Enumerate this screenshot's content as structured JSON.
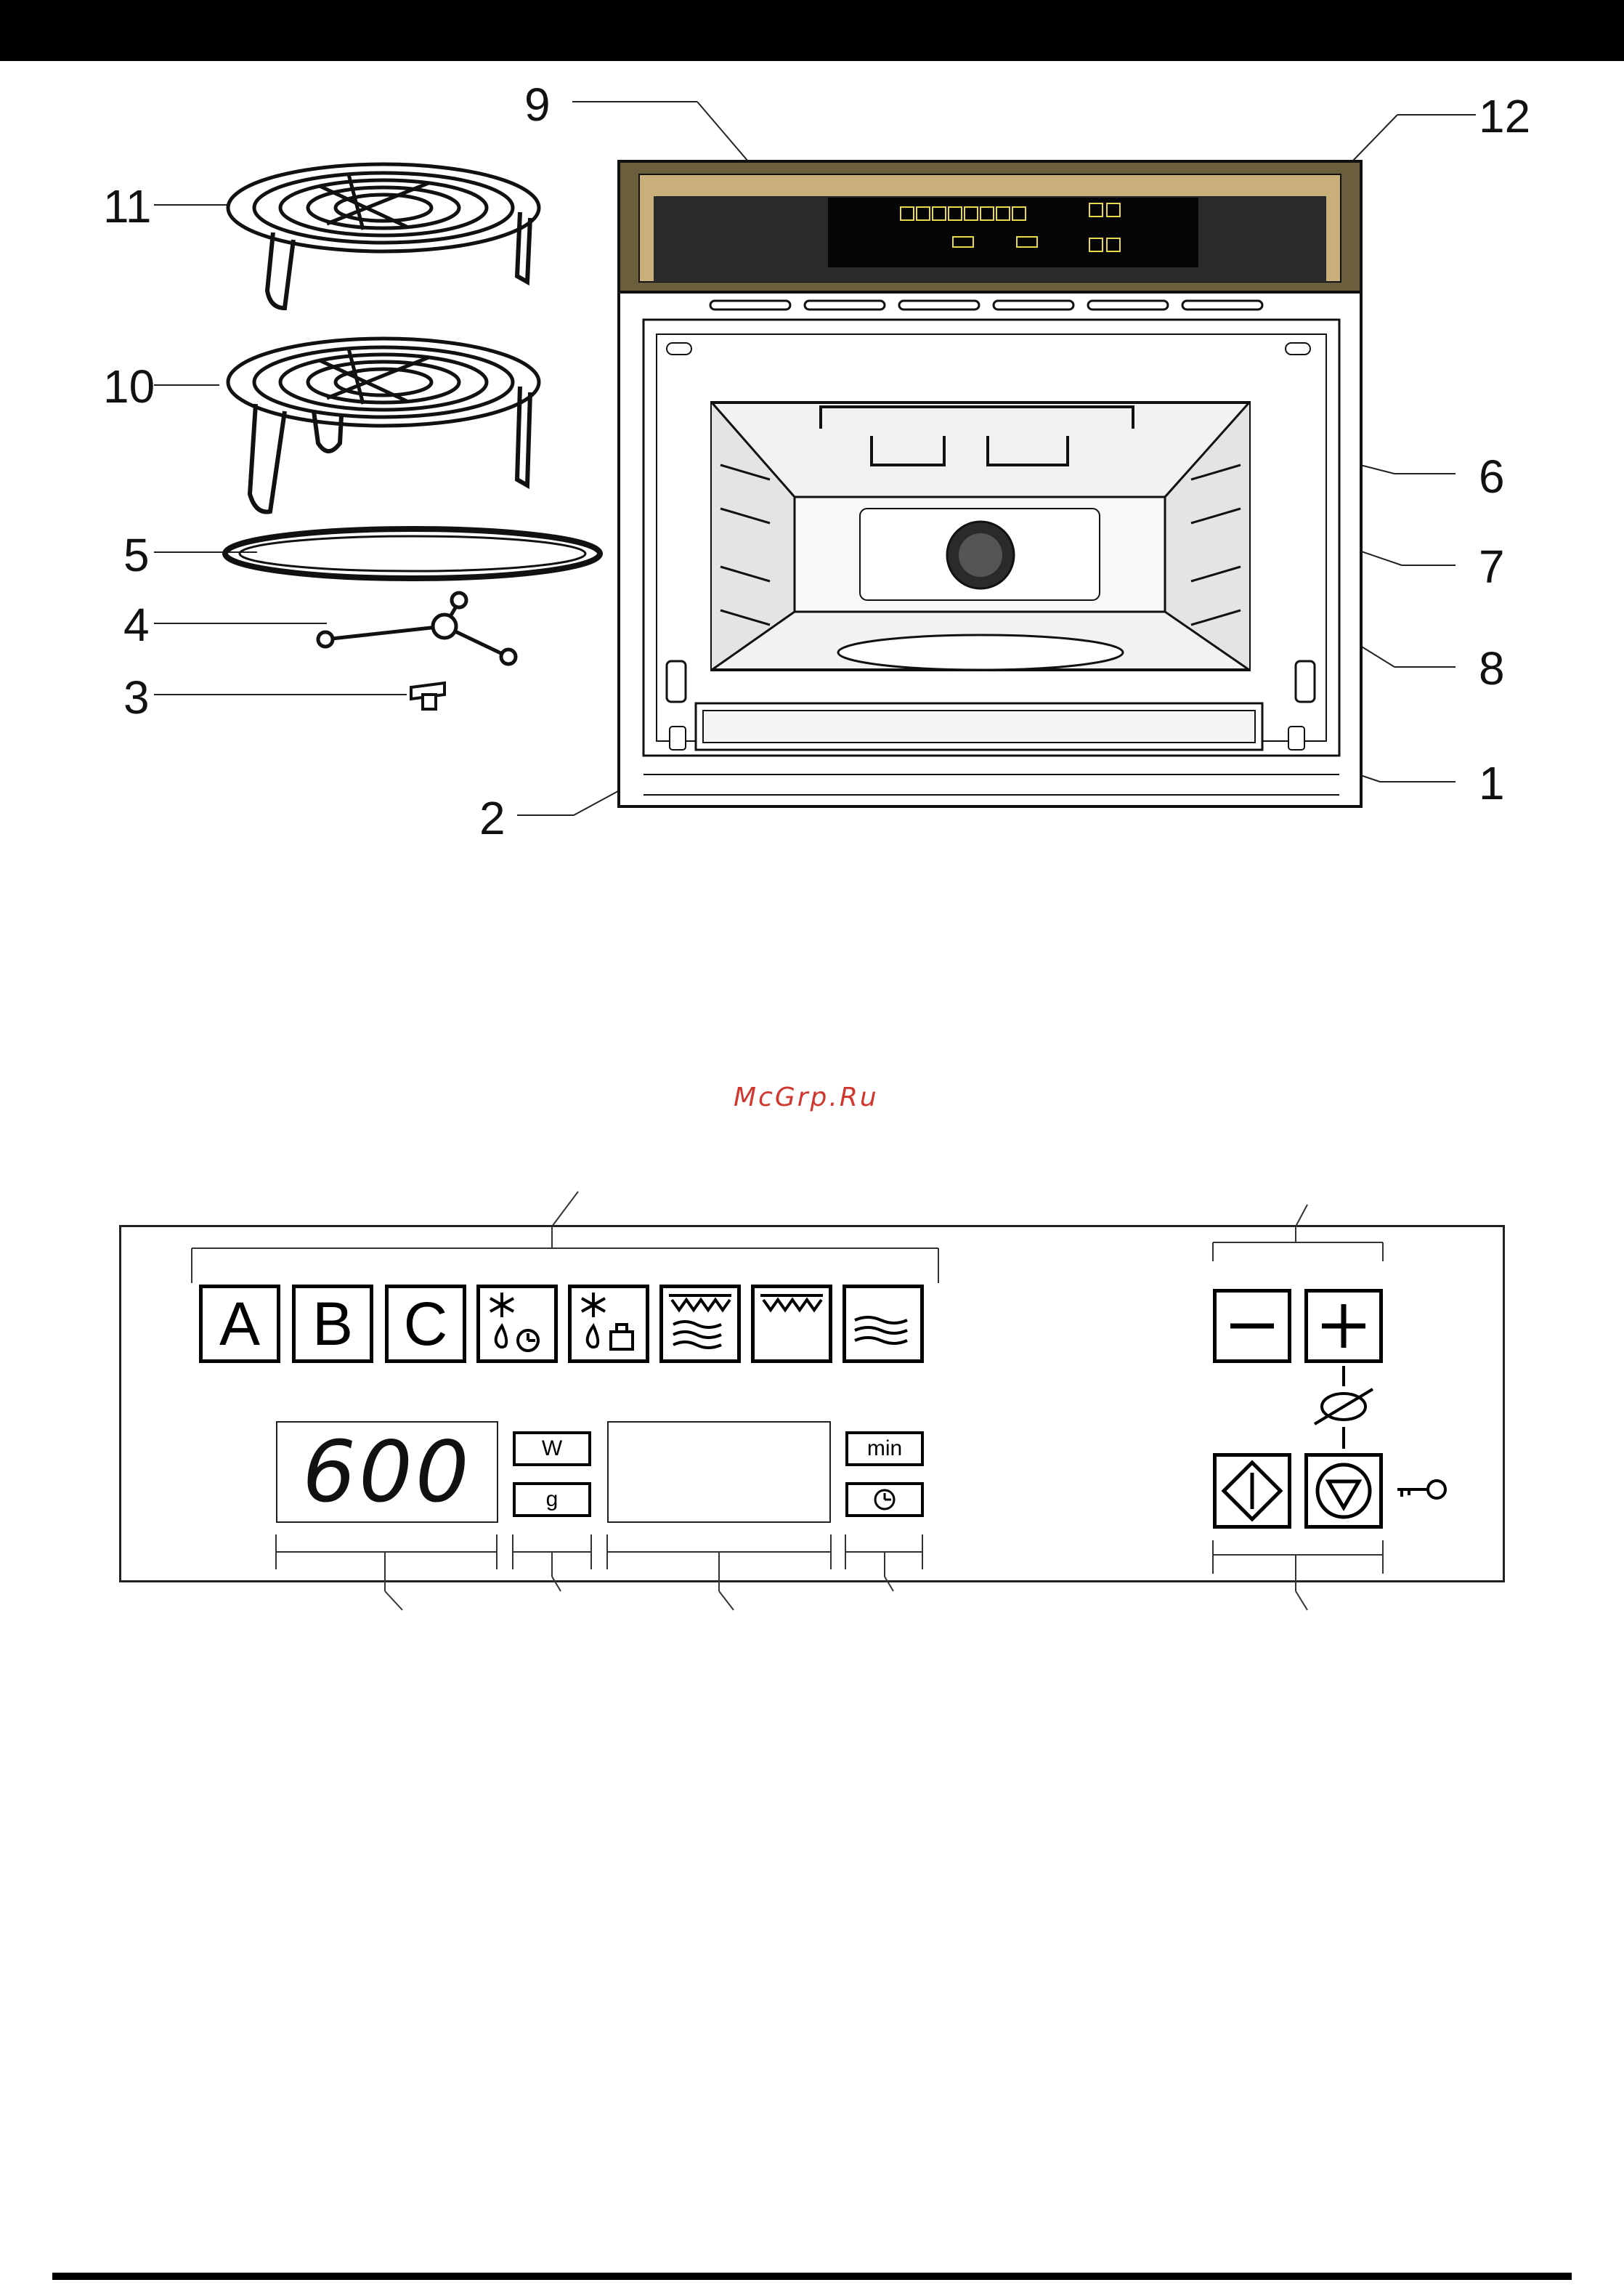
{
  "watermark": "McGrp.Ru",
  "callouts": {
    "c1": "1",
    "c2": "2",
    "c3": "3",
    "c4": "4",
    "c5": "5",
    "c6": "6",
    "c7": "7",
    "c8": "8",
    "c9": "9",
    "c10": "10",
    "c11": "11",
    "c12": "12"
  },
  "panel": {
    "program_keys": [
      "A",
      "B",
      "C"
    ],
    "function_icons": [
      "defrost-time-icon",
      "defrost-weight-icon",
      "grill-microwave-icon",
      "grill-icon",
      "microwave-icon"
    ],
    "display_value": "600",
    "unit_power": "W",
    "unit_weight": "g",
    "unit_time": "min",
    "clock_icon": "clock-icon",
    "minus_icon": "minus-icon",
    "plus_icon": "plus-icon",
    "reset_icon": "reset-empty-set-icon",
    "start_icon": "start-diamond-icon",
    "stop_icon": "stop-triangle-icon",
    "lock_icon": "child-lock-key-icon"
  }
}
